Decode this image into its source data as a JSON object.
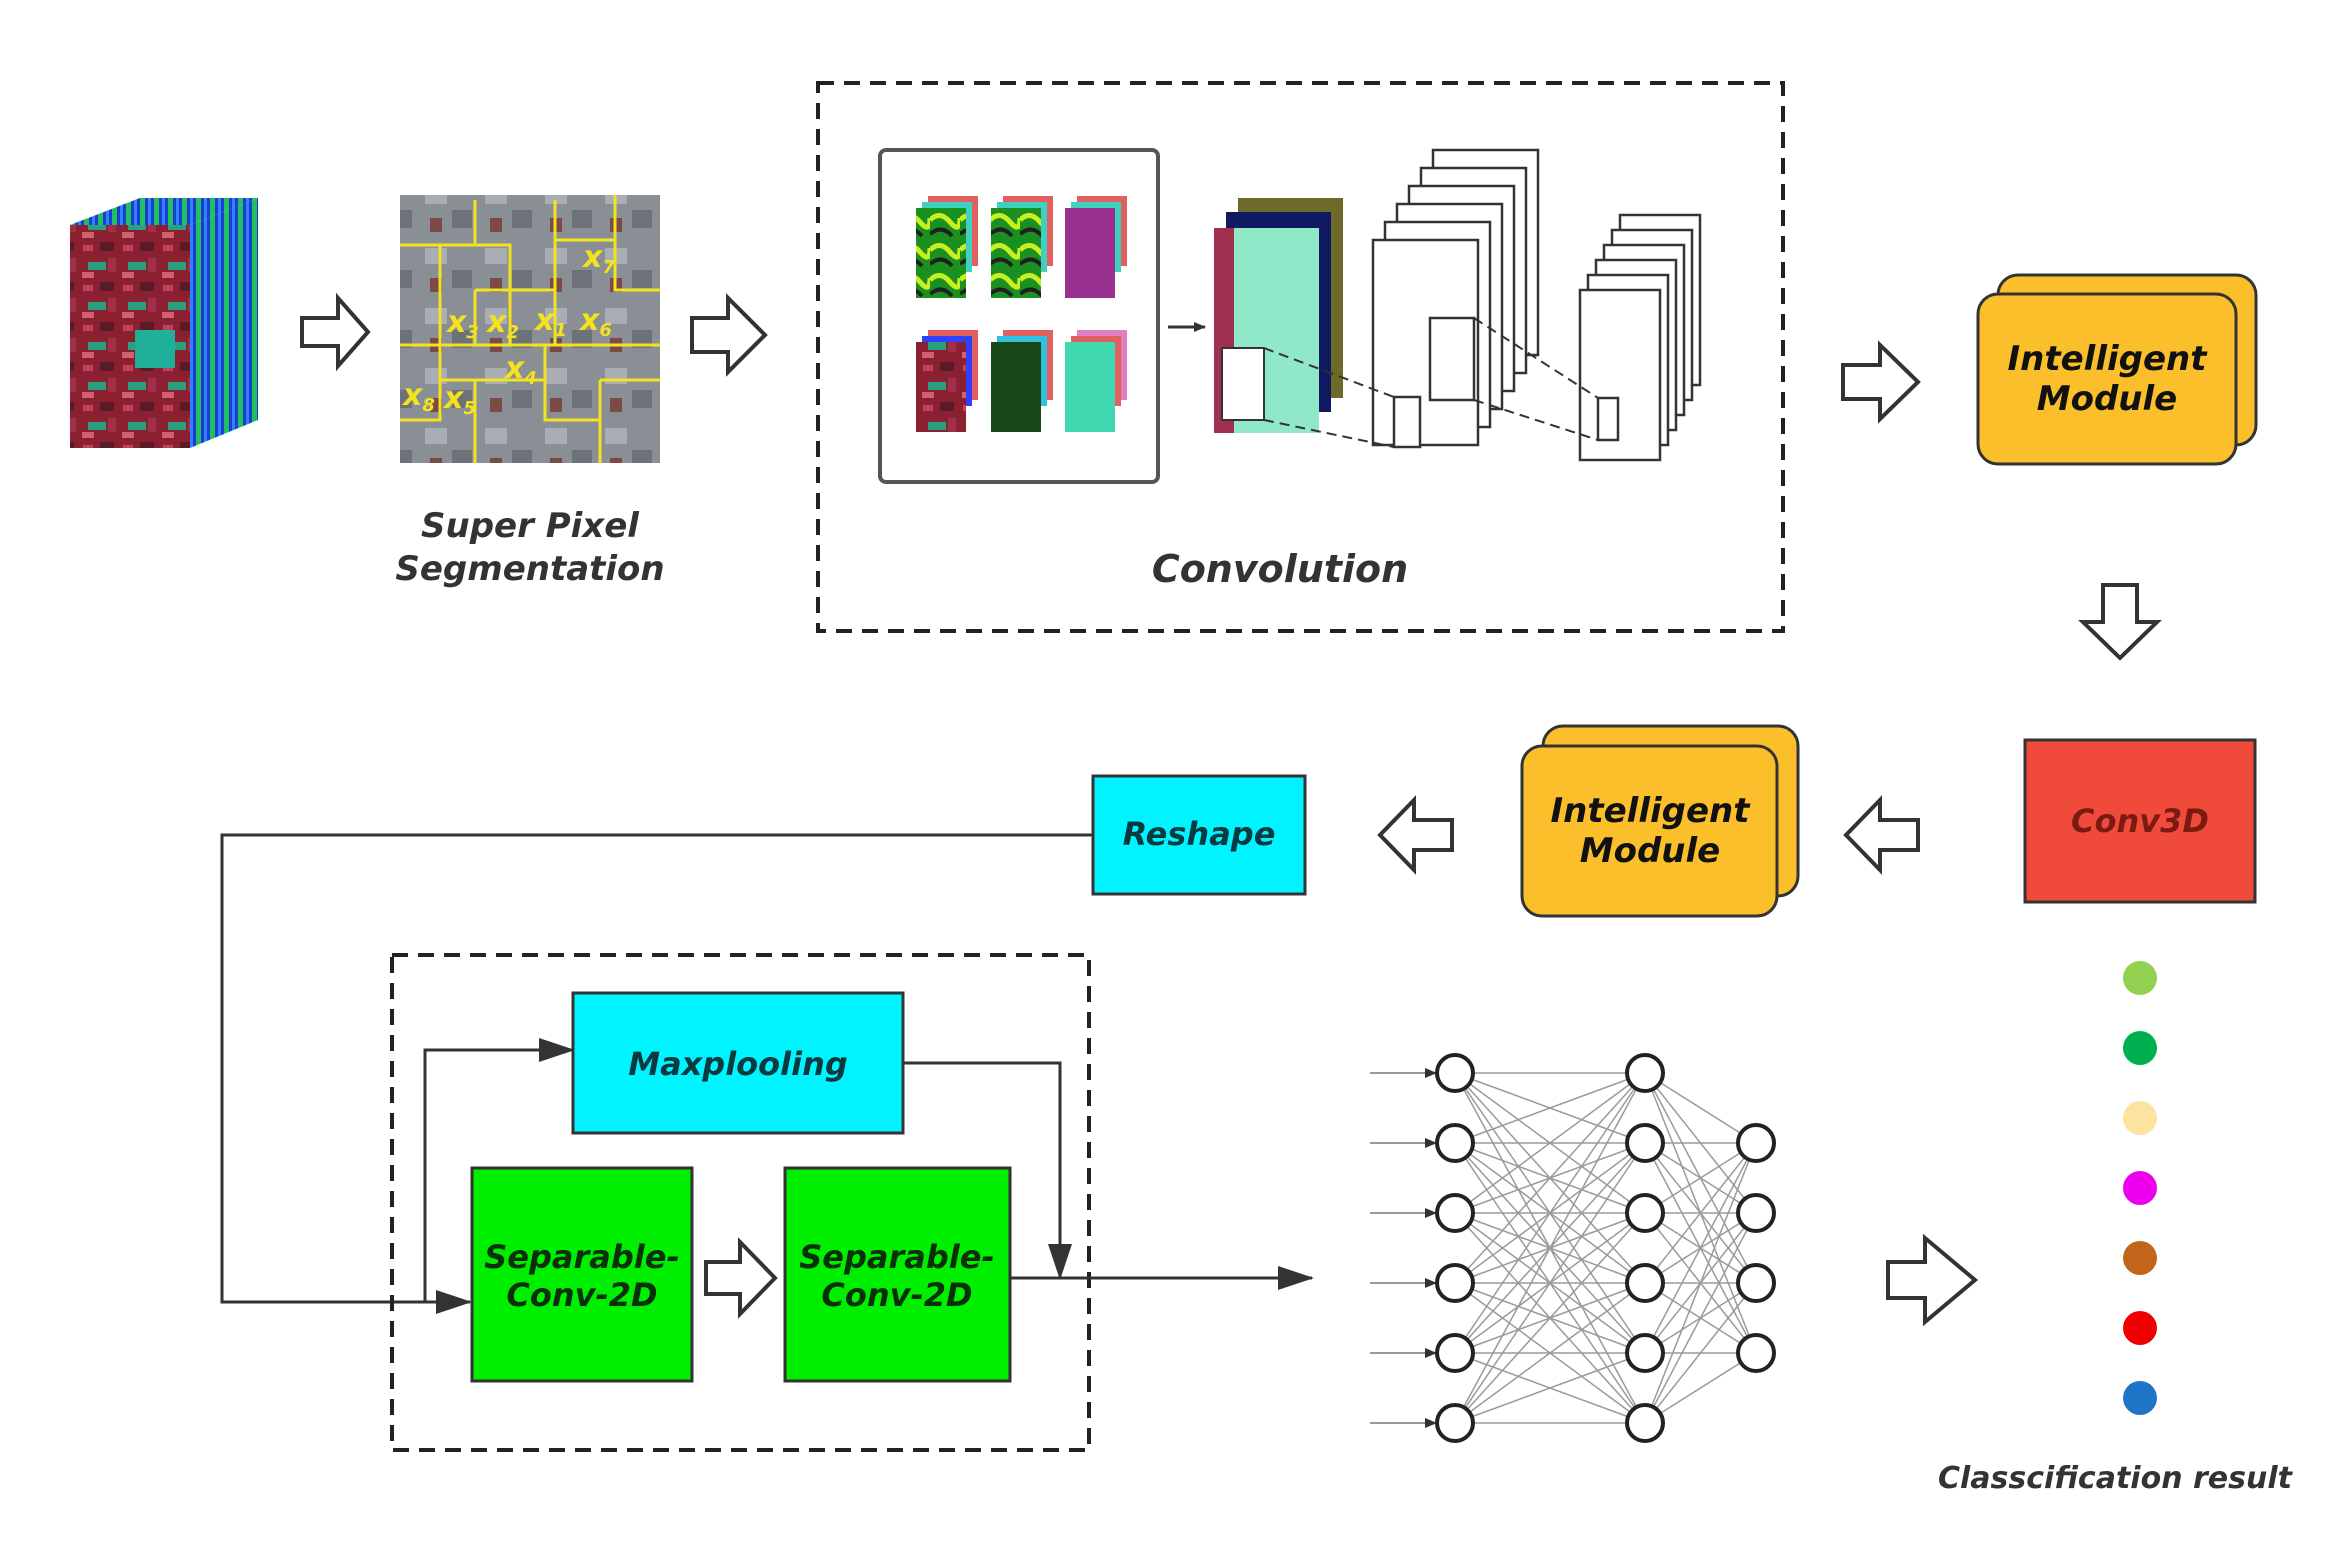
{
  "stages": {
    "segmentation": {
      "line1": "Super  Pixel",
      "line2": "Segmentation"
    },
    "superpixel_labels": [
      "x",
      "x",
      "x",
      "x",
      "x",
      "x",
      "x",
      "x"
    ],
    "superpixel_subscripts": [
      "7",
      "3",
      "2",
      "1",
      "6",
      "4",
      "8",
      "5"
    ],
    "convolution": "Convolution",
    "intelligent_module_1": {
      "line1": "Intelligent",
      "line2": "Module"
    },
    "conv3d": "Conv3D",
    "intelligent_module_2": {
      "line1": "Intelligent",
      "line2": "Module"
    },
    "reshape": "Reshape",
    "maxpooling": "Maxplooling",
    "separable_conv_1": {
      "line1": "Separable-",
      "line2": "Conv-2D"
    },
    "separable_conv_2": {
      "line1": "Separable-",
      "line2": "Conv-2D"
    },
    "classification": "Classcification result"
  },
  "colors": {
    "intelligent_module": "#FBBF2C",
    "conv3d": "#F04A3A",
    "cyan_box": "#00F4FF",
    "green_box": "#00EE00",
    "superpixel_boundary": "#F2E31E"
  },
  "class_dots": [
    "#92D050",
    "#00B050",
    "#FBE3A0",
    "#EE00EE",
    "#C0651A",
    "#EE0000",
    "#1F74C8"
  ]
}
